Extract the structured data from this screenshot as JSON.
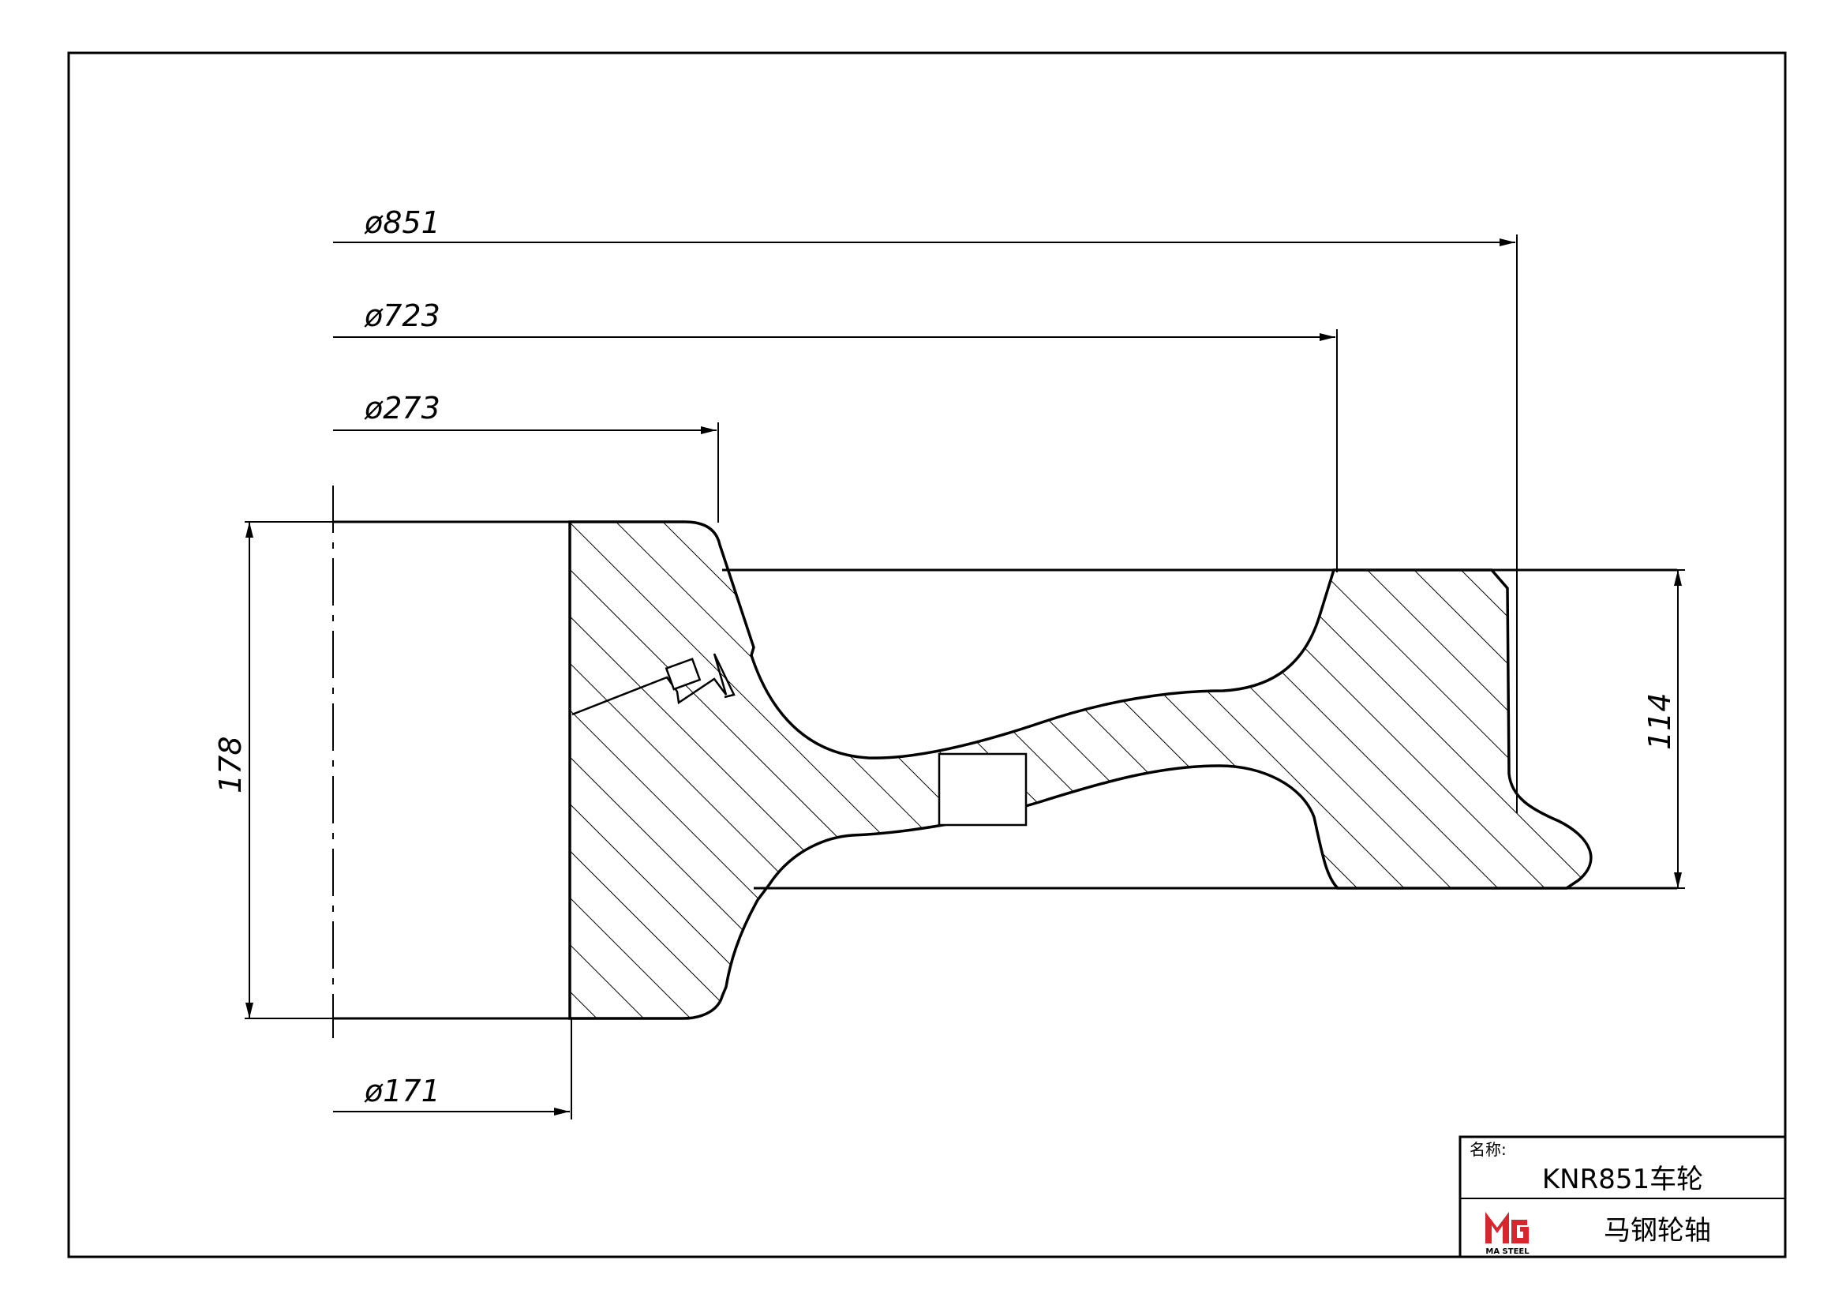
{
  "dimensions": {
    "d851": "ø851",
    "d723": "ø723",
    "d273": "ø273",
    "d171": "ø171",
    "h178": "178",
    "h114": "114"
  },
  "title_block": {
    "name_label": "名称:",
    "part_name": "KNR851车轮",
    "company": "马钢轮轴",
    "logo_text": "MA STEEL",
    "logo_color": "#d7262d"
  }
}
